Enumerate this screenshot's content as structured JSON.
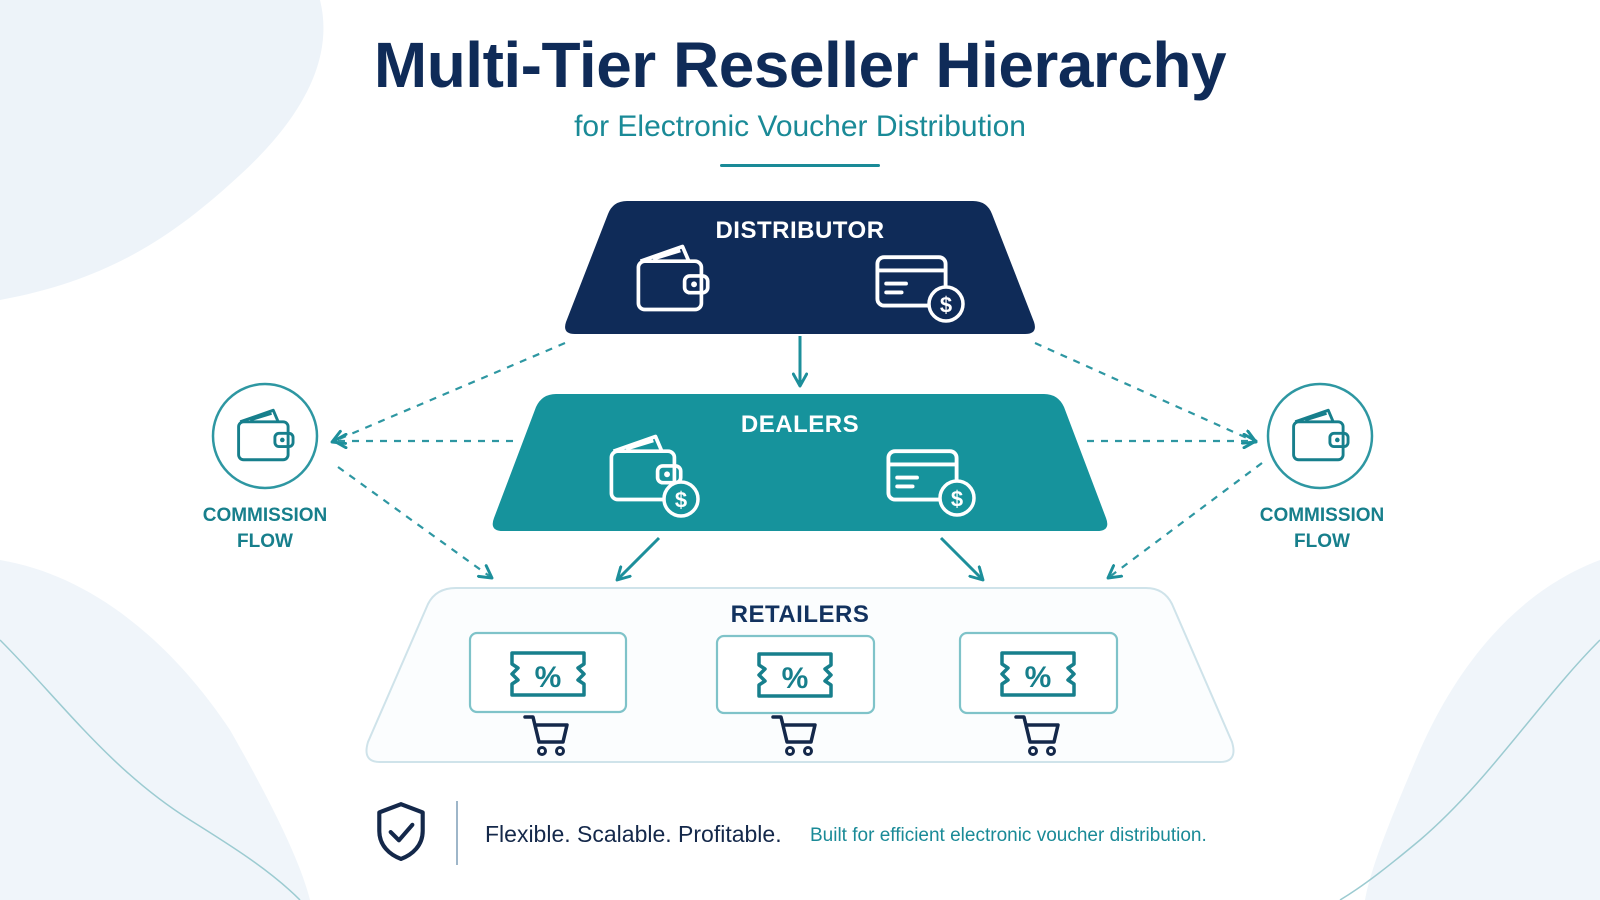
{
  "title": "Multi-Tier Reseller Hierarchy",
  "subtitle": "for Electronic Voucher Distribution",
  "tiers": {
    "distributor": "DISTRIBUTOR",
    "dealers": "DEALERS",
    "retailers": "RETAILERS"
  },
  "commission": {
    "left": [
      "COMMISSION",
      "FLOW"
    ],
    "right": [
      "COMMISSION",
      "FLOW"
    ]
  },
  "icons": {
    "distributor": [
      "wallet-icon",
      "credit-card-dollar-icon"
    ],
    "dealers": [
      "wallet-dollar-icon",
      "credit-card-dollar-icon"
    ],
    "retailers": [
      "voucher-percent-icon",
      "shopping-cart-icon"
    ],
    "commission": "wallet-icon",
    "footer": "shield-check-icon"
  },
  "footer": {
    "tagline": "Flexible. Scalable. Profitable.",
    "description": "Built for efficient electronic voucher distribution."
  },
  "colors": {
    "navy": "#0f2b58",
    "teal": "#16939c",
    "accent": "#1a8a97",
    "retailer_border": "#7fc3c9"
  }
}
